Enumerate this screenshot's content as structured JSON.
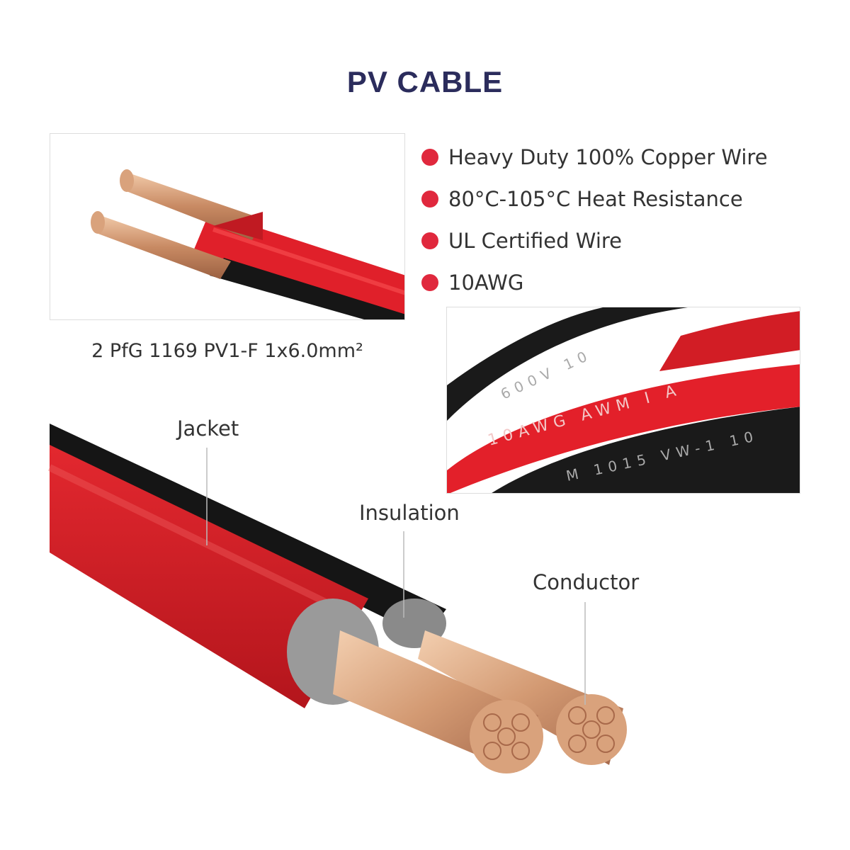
{
  "title": "PV CABLE",
  "caption": "2 PfG 1169 PV1-F 1x6.0mm²",
  "features": [
    "Heavy Duty 100% Copper Wire",
    "80°C-105°C Heat Resistance",
    "UL Certified Wire",
    "10AWG"
  ],
  "labels": {
    "jacket": "Jacket",
    "insulation": "Insulation",
    "conductor": "Conductor"
  },
  "cable_prints": {
    "red": "10AWG  AWM  I  A",
    "black_top": "600V  10",
    "black_bottom": "M  1015  VW-1  10"
  },
  "colors": {
    "red": "#e0283d",
    "title": "#2b2c5c",
    "copper": "#d9a27c",
    "black": "#1b1b1b",
    "cable_red": "#d91e26"
  }
}
